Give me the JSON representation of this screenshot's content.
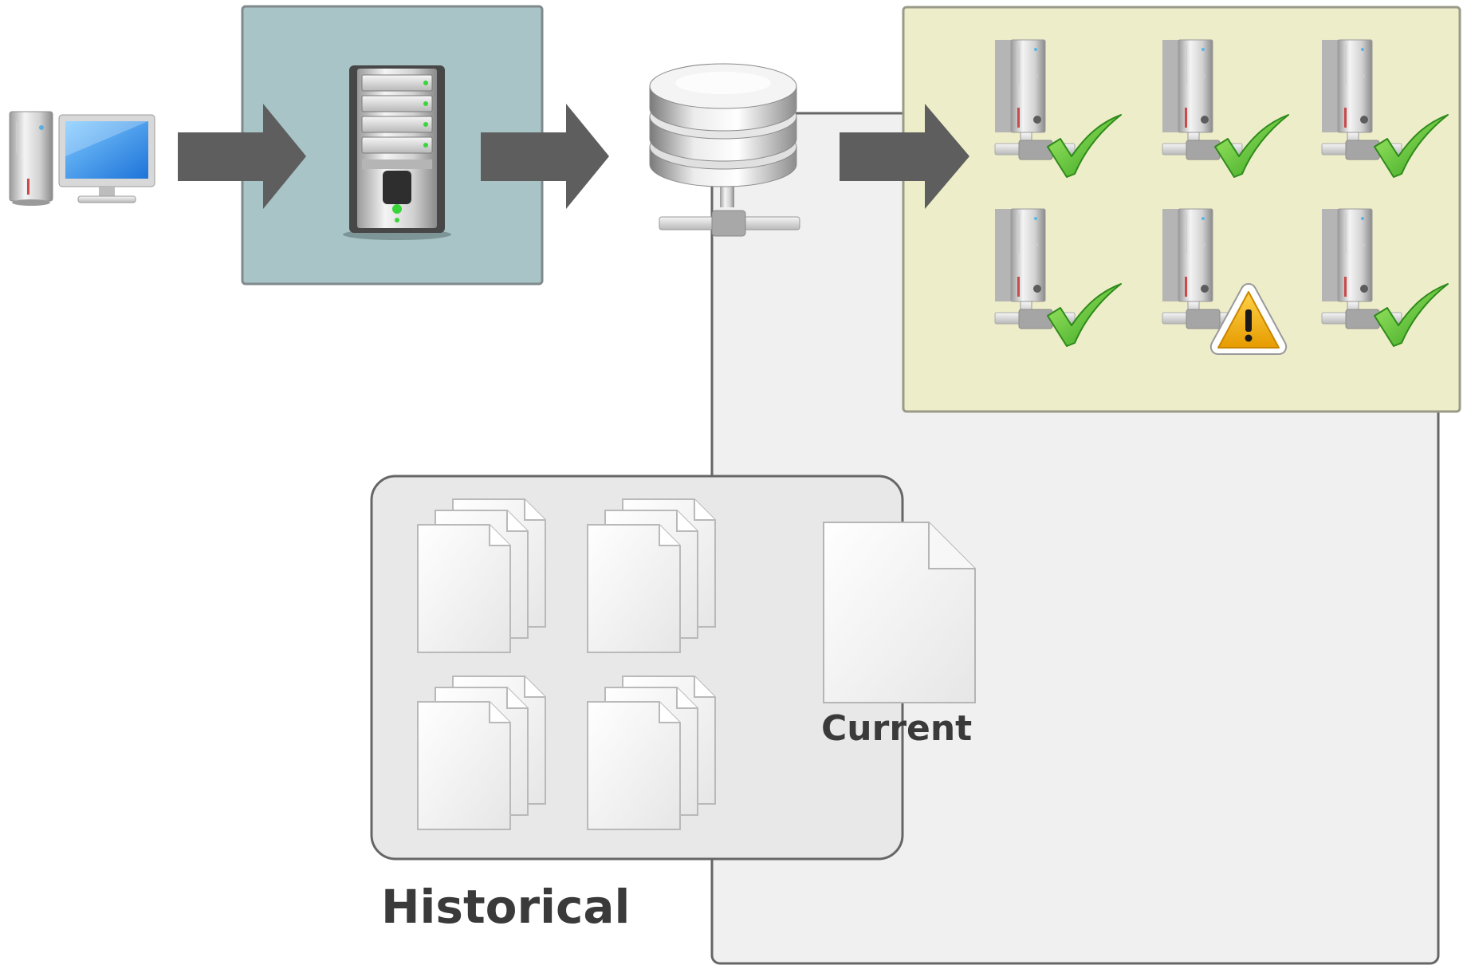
{
  "labels": {
    "historical": "Historical",
    "current": "Current"
  },
  "nodes": {
    "client": "desktop-computer-icon",
    "source_server": "rack-server-icon",
    "database": "network-database-icon",
    "targets": [
      {
        "icon": "tower-server-icon",
        "status": "ok",
        "badge": "checkmark-icon"
      },
      {
        "icon": "tower-server-icon",
        "status": "ok",
        "badge": "checkmark-icon"
      },
      {
        "icon": "tower-server-icon",
        "status": "ok",
        "badge": "checkmark-icon"
      },
      {
        "icon": "tower-server-icon",
        "status": "ok",
        "badge": "checkmark-icon"
      },
      {
        "icon": "tower-server-icon",
        "status": "warning",
        "badge": "warning-icon"
      },
      {
        "icon": "tower-server-icon",
        "status": "ok",
        "badge": "checkmark-icon"
      }
    ],
    "historical_documents": 4,
    "current_documents": 1
  },
  "colors": {
    "source_panel": "#a8c4c6",
    "target_panel": "#eeedc9",
    "storage_panel": "#f0f0f0",
    "historical_panel": "#e8e8e8",
    "arrow": "#5e5e5e",
    "ok": "#4cc22e",
    "warning": "#f0b400"
  }
}
